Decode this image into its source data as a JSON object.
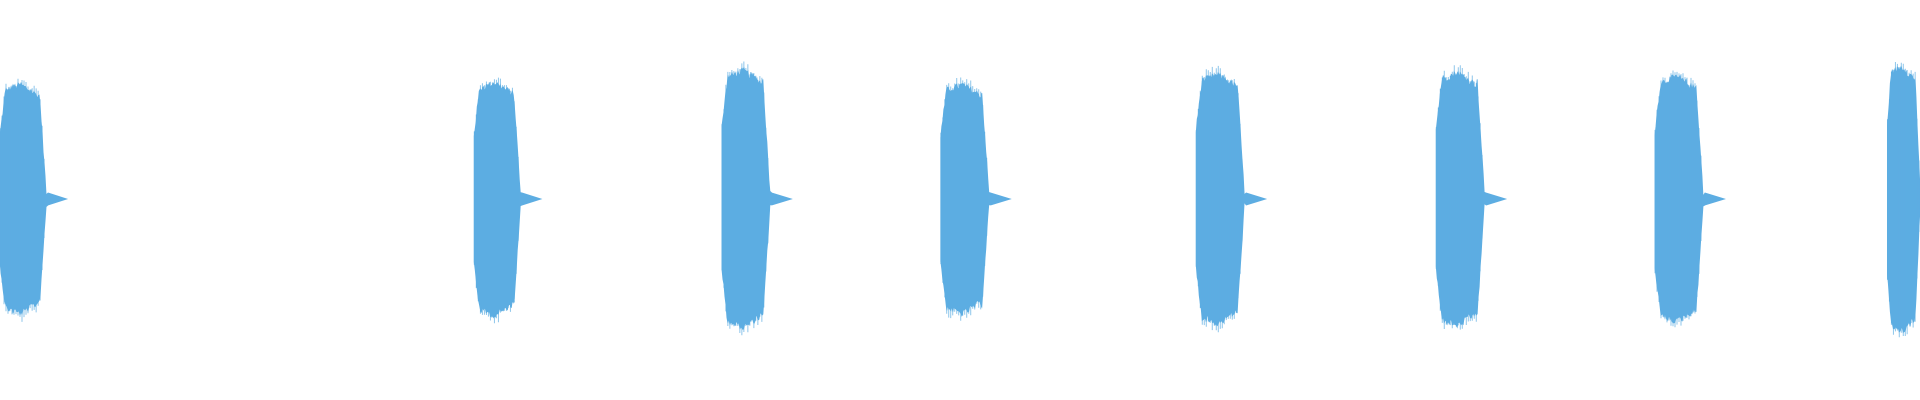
{
  "waveform": {
    "color": "#5dade2",
    "background": "#ffffff",
    "style": "mirrored-amplitude",
    "bursts": [
      {
        "index": 1,
        "start_fraction": 0.0,
        "end_fraction": 0.024,
        "peak_amplitude": 0.57
      },
      {
        "index": 2,
        "start_fraction": 0.247,
        "end_fraction": 0.271,
        "peak_amplitude": 0.58
      },
      {
        "index": 3,
        "start_fraction": 0.376,
        "end_fraction": 0.401,
        "peak_amplitude": 0.64
      },
      {
        "index": 4,
        "start_fraction": 0.49,
        "end_fraction": 0.515,
        "peak_amplitude": 0.57
      },
      {
        "index": 5,
        "start_fraction": 0.623,
        "end_fraction": 0.648,
        "peak_amplitude": 0.62
      },
      {
        "index": 6,
        "start_fraction": 0.748,
        "end_fraction": 0.773,
        "peak_amplitude": 0.63
      },
      {
        "index": 7,
        "start_fraction": 0.862,
        "end_fraction": 0.887,
        "peak_amplitude": 0.61
      },
      {
        "index": 8,
        "start_fraction": 0.983,
        "end_fraction": 1.0,
        "peak_amplitude": 0.66
      }
    ]
  }
}
